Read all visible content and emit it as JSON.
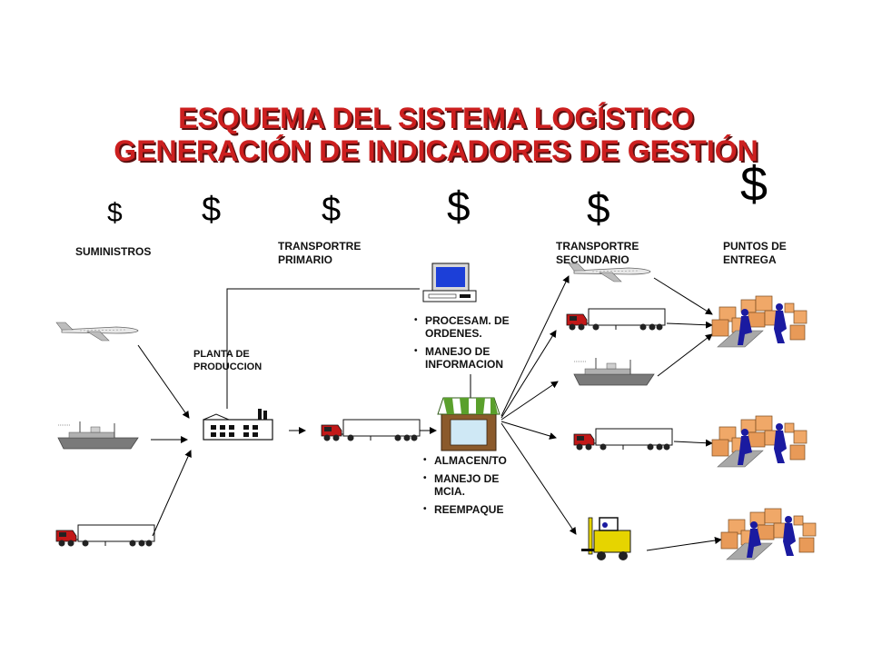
{
  "title": {
    "line1": "ESQUEMA DEL SISTEMA LOGÍSTICO",
    "line2": "GENERACIÓN DE INDICADORES DE GESTIÓN"
  },
  "cost_symbol": "$",
  "stages": {
    "suministros": "SUMINISTROS",
    "transporte_primario_1": "TRANSPORTRE",
    "transporte_primario_2": "PRIMARIO",
    "transporte_secundario_1": "TRANSPORTRE",
    "transporte_secundario_2": "SECUNDARIO",
    "puntos_1": "PUNTOS DE",
    "puntos_2": "ENTREGA",
    "planta_1": "PLANTA DE",
    "planta_2": "PRODUCCION"
  },
  "processing_items": [
    "PROCESAM. DE ORDENES.",
    "MANEJO DE INFORMACION"
  ],
  "warehouse_items": [
    "ALMACEN/TO",
    "MANEJO DE MCIA.",
    "REEMPAQUE"
  ],
  "icons": {
    "supply": [
      "airplane-icon",
      "ship-icon",
      "truck-icon"
    ],
    "secondary": [
      "airplane-icon",
      "truck-icon",
      "ship-icon",
      "truck-icon",
      "forklift-icon"
    ],
    "delivery": [
      "delivery-boxes-icon",
      "delivery-boxes-icon",
      "delivery-boxes-icon"
    ]
  },
  "colors": {
    "title": "#cc1f1f",
    "store_awning": "#5aa02c",
    "store_body": "#8b5a2b",
    "boxes": "#f0a868",
    "workers": "#1a1aa0",
    "forklift": "#e6d400"
  }
}
